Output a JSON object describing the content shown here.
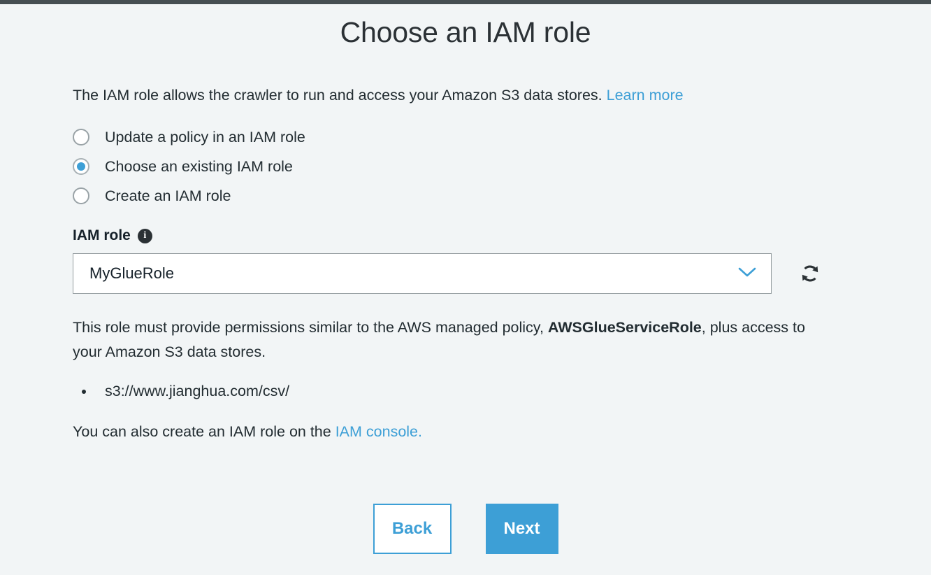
{
  "page": {
    "title": "Choose an IAM role",
    "intro_text": "The IAM role allows the crawler to run and access your Amazon S3 data stores. ",
    "intro_link": "Learn more"
  },
  "radios": [
    {
      "label": "Update a policy in an IAM role",
      "selected": false
    },
    {
      "label": "Choose an existing IAM role",
      "selected": true
    },
    {
      "label": "Create an IAM role",
      "selected": false
    }
  ],
  "field": {
    "label": "IAM role",
    "info_icon": "info-icon",
    "selected_value": "MyGlueRole",
    "chevron_icon": "chevron-down-icon",
    "refresh_icon": "refresh-icon"
  },
  "note": {
    "part1": "This role must provide permissions similar to the AWS managed policy, ",
    "bold": "AWSGlueServiceRole",
    "part2": ", plus access to your Amazon S3 data stores."
  },
  "bullets": [
    "s3://www.jianghua.com/csv/"
  ],
  "console_line": {
    "text": "You can also create an IAM role on the ",
    "link": "IAM console."
  },
  "buttons": {
    "back": "Back",
    "next": "Next"
  },
  "colors": {
    "accent": "#3d9fd6",
    "background": "#f2f5f6",
    "top_bar": "#464f52",
    "text": "#222c31"
  }
}
